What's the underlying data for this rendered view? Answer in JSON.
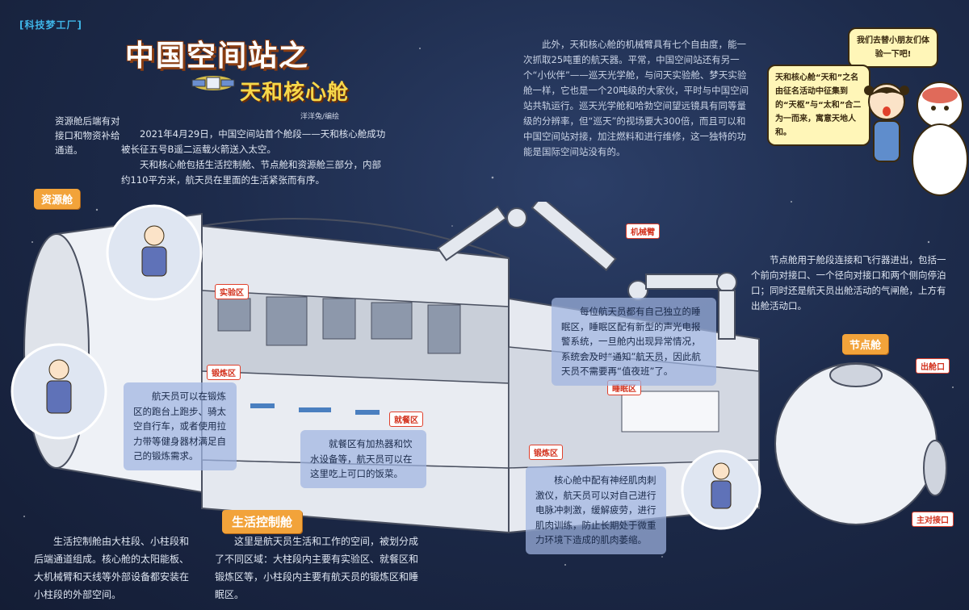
{
  "column_tag": "[科技梦工厂]",
  "title": "中国空间站之",
  "subtitle": "天和核心舱",
  "byline": "洋洋兔/编绘",
  "intro": {
    "p1": "2021年4月29日，中国空间站首个舱段——天和核心舱成功被长征五号B遥二运载火箭送入太空。",
    "p2": "天和核心舱包括生活控制舱、节点舱和资源舱三部分，内部约110平方米，航天员在里面的生活紧张而有序。"
  },
  "top_right_text": "此外，天和核心舱的机械臂具有七个自由度，能一次抓取25吨重的航天器。平常，中国空间站还有另一个“小伙伴”——巡天光学舱，与问天实验舱、梦天实验舱一样，它也是一个20吨级的大家伙，平时与中国空间站共轨运行。巡天光学舱和哈勃空间望远镜具有同等量级的分辨率，但“巡天”的视场要大300倍，而且可以和中国空间站对接，加注燃料和进行维修，这一独特的功能是国际空间站没有的。",
  "speech": {
    "top": "我们去替小朋友们体验一下吧!",
    "side": "天和核心舱“天和”之名由征名活动中征集到的“天枢”与“太和”合二为一而来，寓意天地人和。"
  },
  "resource_module": {
    "label": "资源舱",
    "text": "资源舱后端有对接口和物资补给通道。"
  },
  "node_module": {
    "label": "节点舱",
    "text": "节点舱用于舱段连接和飞行器进出，包括一个前向对接口、一个径向对接口和两个侧向停泊口；同时还是航天员出舱活动的气闸舱，上方有出舱活动口。"
  },
  "life_module": {
    "label": "生活控制舱",
    "left_text": "生活控制舱由大柱段、小柱段和后端通道组成。核心舱的太阳能板、大机械臂和天线等外部设备都安装在小柱段的外部空间。",
    "right_text": "这里是航天员生活和工作的空间，被划分成了不同区域：大柱段内主要有实验区、就餐区和锻炼区等，小柱段内主要有航天员的锻炼区和睡眠区。"
  },
  "red_labels": {
    "arm": "机械臂",
    "lab": "实验区",
    "exercise1": "锻炼区",
    "dining": "就餐区",
    "sleep": "睡眠区",
    "exercise2": "锻炼区",
    "exit_port": "出舱口",
    "main_dock": "主对接口"
  },
  "info_boxes": {
    "exercise": "航天员可以在锻炼区的跑台上跑步、骑太空自行车，或者使用拉力带等健身器材满足自己的锻炼需求。",
    "dining": "就餐区有加热器和饮水设备等，航天员可以在这里吃上可口的饭菜。",
    "sleep": "每位航天员都有自己独立的睡眠区，睡眠区配有新型的声光电报警系统，一旦舱内出现异常情况，系统会及时“通知”航天员，因此航天员不需要再“值夜班”了。",
    "muscle": "核心舱中配有神经肌肉刺激仪，航天员可以对自己进行电脉冲刺激，缓解疲劳，进行肌肉训练，防止长期处于微重力环境下造成的肌肉萎缩。"
  },
  "colors": {
    "background": "#1d2b4b",
    "accent_orange": "#f2a33a",
    "title_yellow": "#f7d84a",
    "label_red": "#e0402c",
    "info_box": "#a0b4e1"
  }
}
